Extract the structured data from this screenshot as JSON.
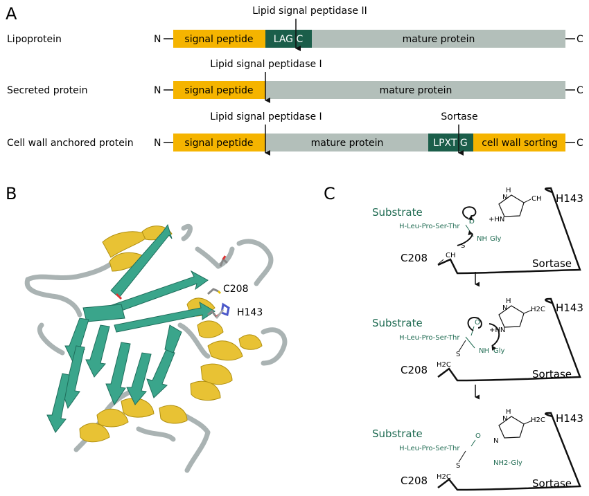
{
  "panels": {
    "a": "A",
    "b": "B",
    "c": "C"
  },
  "colors": {
    "signal": "#f5b400",
    "mature": "#b3bfba",
    "motif": "#1b5e4a",
    "strand": "#3aa58b",
    "helix": "#e8c234",
    "loop": "#c2cbcb",
    "substrate": "#1f6b52"
  },
  "panel_a": {
    "n_label": "N",
    "c_label": "C",
    "rows": [
      {
        "name": "Lipoprotein",
        "enzyme": "Lipid signal peptidase II",
        "segments": [
          {
            "label": "signal peptide",
            "type": "signal"
          },
          {
            "label": "LAG C",
            "type": "motif"
          },
          {
            "label": "mature protein",
            "type": "mature"
          }
        ]
      },
      {
        "name": "Secreted protein",
        "enzyme": "Lipid signal peptidase I",
        "segments": [
          {
            "label": "signal peptide",
            "type": "signal"
          },
          {
            "label": "mature protein",
            "type": "mature"
          }
        ]
      },
      {
        "name": "Cell wall anchored protein",
        "enzyme": "Lipid signal peptidase I",
        "enzyme2": "Sortase",
        "segments": [
          {
            "label": "signal peptide",
            "type": "signal"
          },
          {
            "label": "mature protein",
            "type": "mature"
          },
          {
            "label": "LPXT G",
            "type": "motif"
          },
          {
            "label": "cell wall sorting",
            "type": "signal"
          }
        ]
      }
    ]
  },
  "panel_b": {
    "label_c": "C208",
    "label_h": "H143"
  },
  "panel_c": {
    "steps": [
      {
        "substrate": "Substrate",
        "chain": "H-Leu-Pro-Ser-Thr",
        "c_label": "C208",
        "h_label": "H143",
        "enzyme": "Sortase",
        "o_label": "O",
        "nh_label": "NH",
        "gly": "Gly",
        "ch2": "CH",
        "s_label": "S",
        "hn": "+HN",
        "n": "N",
        "h": "H"
      },
      {
        "substrate": "Substrate",
        "chain": "H-Leu-Pro-Ser-Thr",
        "c_label": "C208",
        "h_label": "H143",
        "enzyme": "Sortase",
        "o_label": "O",
        "nh_label": "NH",
        "gly": "Gly",
        "ch2": "H2C",
        "s_label": "S",
        "hn": "+HN",
        "n": "N",
        "h": "H"
      },
      {
        "substrate": "Substrate",
        "chain": "H-Leu-Pro-Ser-Thr",
        "c_label": "C208",
        "h_label": "H143",
        "enzyme": "Sortase",
        "o_label": "O",
        "nh_label": "NH2-Gly",
        "gly": "",
        "ch2": "H2C",
        "s_label": "S",
        "hn": "N",
        "n": "N",
        "h": "H"
      }
    ]
  }
}
